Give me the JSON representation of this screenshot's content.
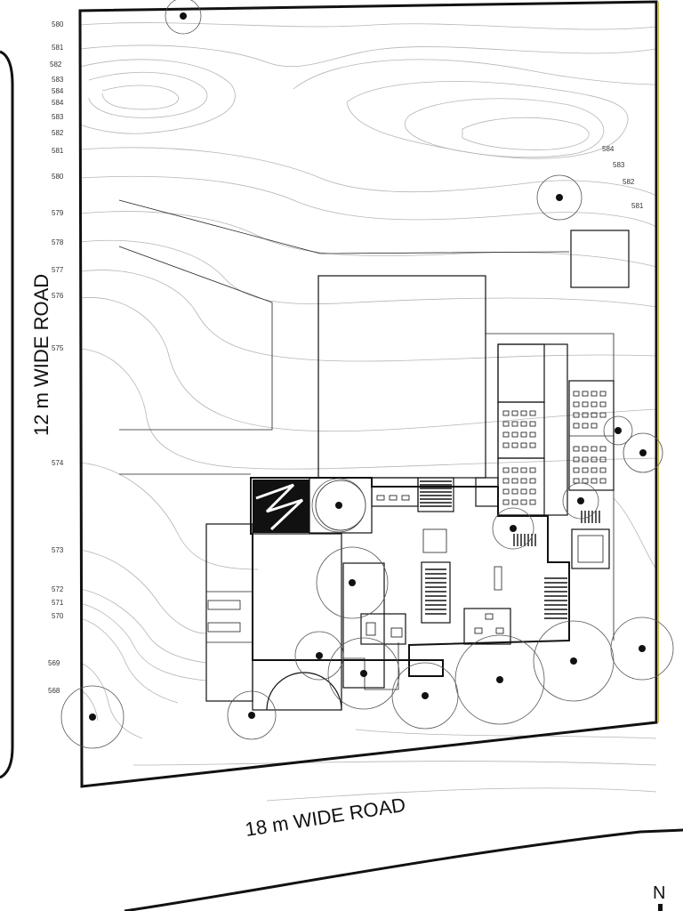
{
  "roads": {
    "west_label": "12 m WIDE ROAD",
    "south_label": "18 m WIDE ROAD"
  },
  "north_label": "N",
  "contour_labels_west": [
    "580",
    "581",
    "582",
    "583",
    "584",
    "584",
    "583",
    "582",
    "581",
    "580",
    "579",
    "578",
    "577",
    "576",
    "575",
    "574",
    "573",
    "572",
    "571",
    "570",
    "569",
    "568"
  ],
  "contour_labels_east": [
    "584",
    "583",
    "582",
    "581"
  ],
  "colors": {
    "boundary": "#111111",
    "east_edge": "#c8b84a",
    "contour": "#b5b5b5"
  }
}
